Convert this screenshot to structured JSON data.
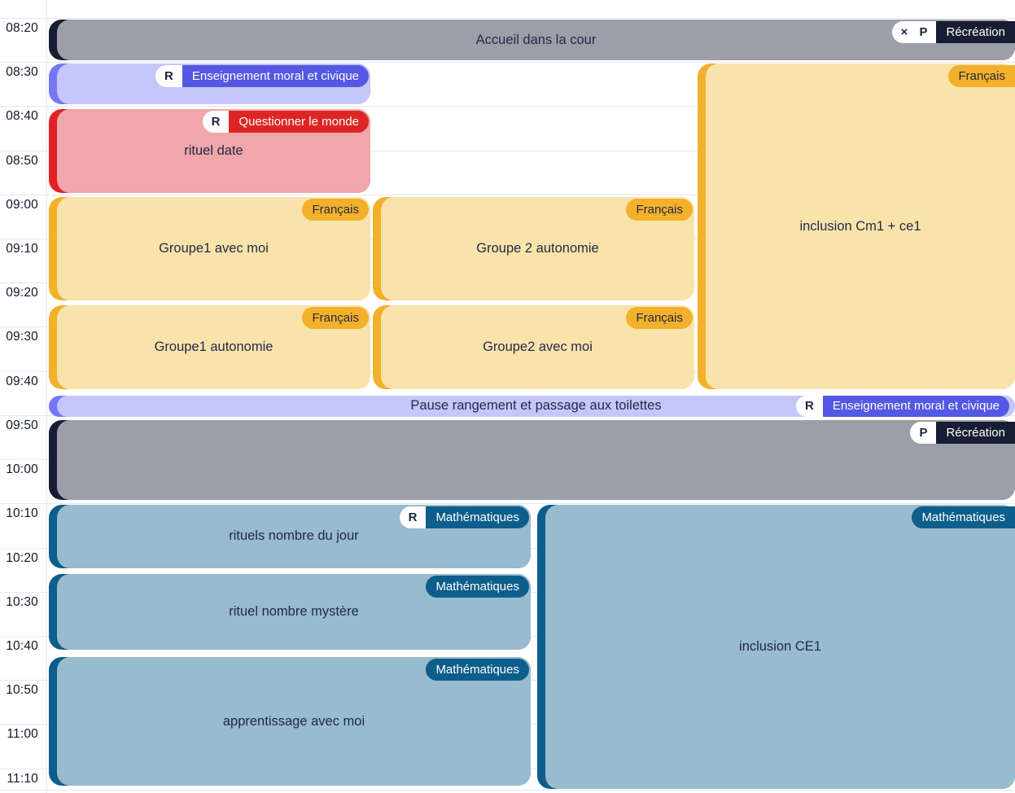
{
  "timeline": {
    "times": [
      "08:20",
      "08:30",
      "08:40",
      "08:50",
      "09:00",
      "09:10",
      "09:20",
      "09:30",
      "09:40",
      "09:50",
      "10:00",
      "10:10",
      "10:20",
      "10:30",
      "10:40",
      "10:50",
      "11:00",
      "11:10"
    ]
  },
  "colors": {
    "gray": {
      "spine": "#171e33",
      "body": "#9c9ea9",
      "badgeBg": "#171e33",
      "badgeText": "#ffffff",
      "title": "#222b45"
    },
    "purple": {
      "spine": "#7477f8",
      "body": "#c5c6fb",
      "badgeBg": "#5558e2",
      "badgeText": "#ffffff",
      "title": "#222b45"
    },
    "red": {
      "spine": "#e02127",
      "body": "#f0a6ab",
      "badgeBg": "#dc2626",
      "badgeText": "#ffffff",
      "title": "#222b45"
    },
    "yellow": {
      "spine": "#f2b02b",
      "body": "#fae3ab",
      "badgeBg": "#f2b02b",
      "badgeText": "#222b45",
      "title": "#222b45"
    },
    "blue": {
      "spine": "#0d5e8b",
      "body": "#98bbce",
      "badgeBg": "#0d5e8b",
      "badgeText": "#ffffff",
      "title": "#222b45"
    }
  },
  "events": [
    {
      "id": "accueil",
      "theme": "gray",
      "col": "full",
      "start": 0,
      "end": 10,
      "title": "Accueil dans la cour",
      "badge": {
        "letters": [
          "×",
          "P"
        ],
        "label": "Récréation",
        "flush": true
      }
    },
    {
      "id": "emc-matin",
      "theme": "purple",
      "col": "g1",
      "start": 10,
      "end": 19.9,
      "title": "",
      "badge": {
        "letters": [
          "R"
        ],
        "label": "Enseignement moral et civique"
      }
    },
    {
      "id": "rituel-date",
      "theme": "red",
      "col": "g1",
      "start": 20.2,
      "end": 40,
      "title": "rituel date",
      "badge": {
        "letters": [
          "R"
        ],
        "label": "Questionner le monde"
      }
    },
    {
      "id": "groupe1-avec-moi",
      "theme": "yellow",
      "col": "g1",
      "start": 40.2,
      "end": 64.3,
      "title": "Groupe1 avec moi",
      "badge": {
        "label": "Français"
      }
    },
    {
      "id": "groupe2-autonomie",
      "theme": "yellow",
      "col": "g2",
      "start": 40.2,
      "end": 64.3,
      "title": "Groupe 2 autonomie",
      "badge": {
        "label": "Français"
      }
    },
    {
      "id": "groupe1-autonomie",
      "theme": "yellow",
      "col": "g1",
      "start": 64.8,
      "end": 84.5,
      "title": "Groupe1 autonomie",
      "badge": {
        "label": "Français"
      }
    },
    {
      "id": "groupe2-avec-moi",
      "theme": "yellow",
      "col": "g2",
      "start": 64.8,
      "end": 84.5,
      "title": "Groupe2 avec moi",
      "badge": {
        "label": "Français"
      }
    },
    {
      "id": "inclusion-cm1",
      "theme": "yellow",
      "col": "g3",
      "start": 10,
      "end": 84.5,
      "title": "inclusion Cm1 + ce1",
      "badge": {
        "label": "Français",
        "flush": true
      }
    },
    {
      "id": "pause-rangement",
      "theme": "purple",
      "col": "full",
      "start": 85.2,
      "end": 90.7,
      "title": "Pause rangement et passage aux toilettes",
      "badge": {
        "letters": [
          "R"
        ],
        "label": "Enseignement moral et civique",
        "inset": true
      }
    },
    {
      "id": "recreation-matin",
      "theme": "gray",
      "col": "full",
      "start": 90.8,
      "end": 109.5,
      "title": "",
      "badge": {
        "letters": [
          "P"
        ],
        "label": "Récréation",
        "flush": true
      }
    },
    {
      "id": "rituels-nombre-du-jour",
      "theme": "blue",
      "col": "mleft",
      "start": 110,
      "end": 125,
      "title": "rituels nombre du jour",
      "badge": {
        "letters": [
          "R"
        ],
        "label": "Mathématiques"
      }
    },
    {
      "id": "rituel-nombre-mystere",
      "theme": "blue",
      "col": "mleft",
      "start": 125.6,
      "end": 143.6,
      "title": "rituel nombre mystère",
      "badge": {
        "label": "Mathématiques"
      }
    },
    {
      "id": "apprentissage-avec-moi",
      "theme": "blue",
      "col": "mleft",
      "start": 144.4,
      "end": 174.4,
      "title": "apprentissage avec moi",
      "badge": {
        "label": "Mathématiques"
      }
    },
    {
      "id": "inclusion-ce1",
      "theme": "blue",
      "col": "mright",
      "start": 110,
      "end": 175,
      "title": "inclusion CE1",
      "badge": {
        "label": "Mathématiques",
        "flush": true
      }
    }
  ]
}
